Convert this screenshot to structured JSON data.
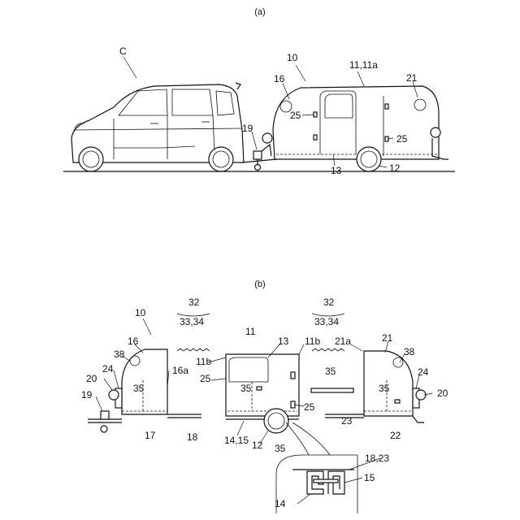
{
  "figure": {
    "caption_a": "(a)",
    "caption_b": "(b)"
  },
  "labels_a": {
    "car": "C",
    "trailer": "10",
    "body": "11,11a",
    "front_module": "16",
    "rear_module": "21",
    "fixture_left": "25",
    "fixture_right": "25",
    "jack": "19",
    "door": "13",
    "wheel": "12"
  },
  "labels_b": {
    "trailer": "10",
    "joint_left": "32",
    "joint_left_parts": "33,34",
    "joint_right": "32",
    "joint_right_parts": "33,34",
    "body": "11",
    "front_module": "16",
    "rear_module": "21",
    "rear_opening": "21a",
    "front_opening": "16a",
    "body_side_left": "11b",
    "body_side_right": "11b",
    "door": "13",
    "light_left": "38",
    "light_right": "38",
    "mount_left": "24",
    "mount_right": "24",
    "stand_left": "20",
    "stand_right": "20",
    "jack": "19",
    "rail_front_frame": "17",
    "rail_front": "18",
    "rail_rear": "23",
    "rail_rear_frame": "22",
    "rail_center": "35",
    "fixture_left": "25",
    "fixture_right": "25",
    "guide_left": "35",
    "guide_mid": "35",
    "guide_right": "35",
    "body_frame": "14,15",
    "wheel": "12",
    "detail_rail": "35",
    "detail_slide": "18,23",
    "detail_channel": "15",
    "detail_frame": "14"
  }
}
